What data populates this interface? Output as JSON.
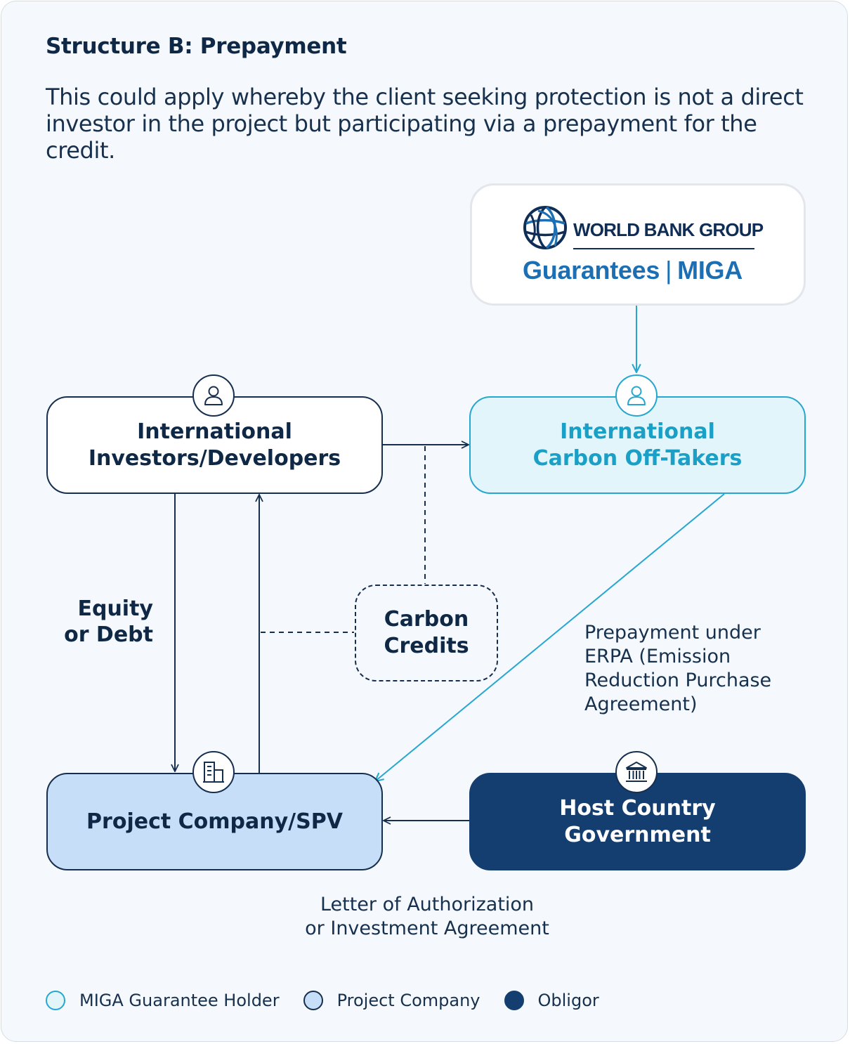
{
  "header": {
    "title": "Structure B: Prepayment",
    "description": "This could apply whereby the client seeking protection is not a direct investor in the project but participating via a prepayment for the credit."
  },
  "logo": {
    "org": "WORLD BANK GROUP",
    "product": "Guarantees",
    "separator": "|",
    "agency": "MIGA"
  },
  "nodes": {
    "investors": "International\nInvestors/Developers",
    "offtakers": "International\nCarbon Off-Takers",
    "project_company": "Project Company/SPV",
    "host_government": "Host Country\nGovernment",
    "carbon_credits": "Carbon\nCredits"
  },
  "edge_labels": {
    "equity_debt": "Equity\nor Debt",
    "prepayment": "Prepayment under\nERPA (Emission\nReduction Purchase\nAgreement)",
    "letter": "Letter of Authorization\nor Investment Agreement"
  },
  "icons": {
    "investors": "person-icon",
    "offtakers": "person-icon",
    "project_company": "building-icon",
    "host_government": "government-building-icon",
    "logo": "globe-icon"
  },
  "legend": [
    {
      "label": "MIGA Guarantee Holder",
      "color": "#e2f5fb",
      "border": "#27a7cf"
    },
    {
      "label": "Project Company",
      "color": "#c6def8",
      "border": "#172f4f"
    },
    {
      "label": "Obligor",
      "color": "#143e70",
      "border": "#143e70"
    }
  ],
  "colors": {
    "navy": "#143e70",
    "teal": "#27a7cf",
    "light_blue": "#c6def8",
    "dark_text": "#0f2846"
  }
}
